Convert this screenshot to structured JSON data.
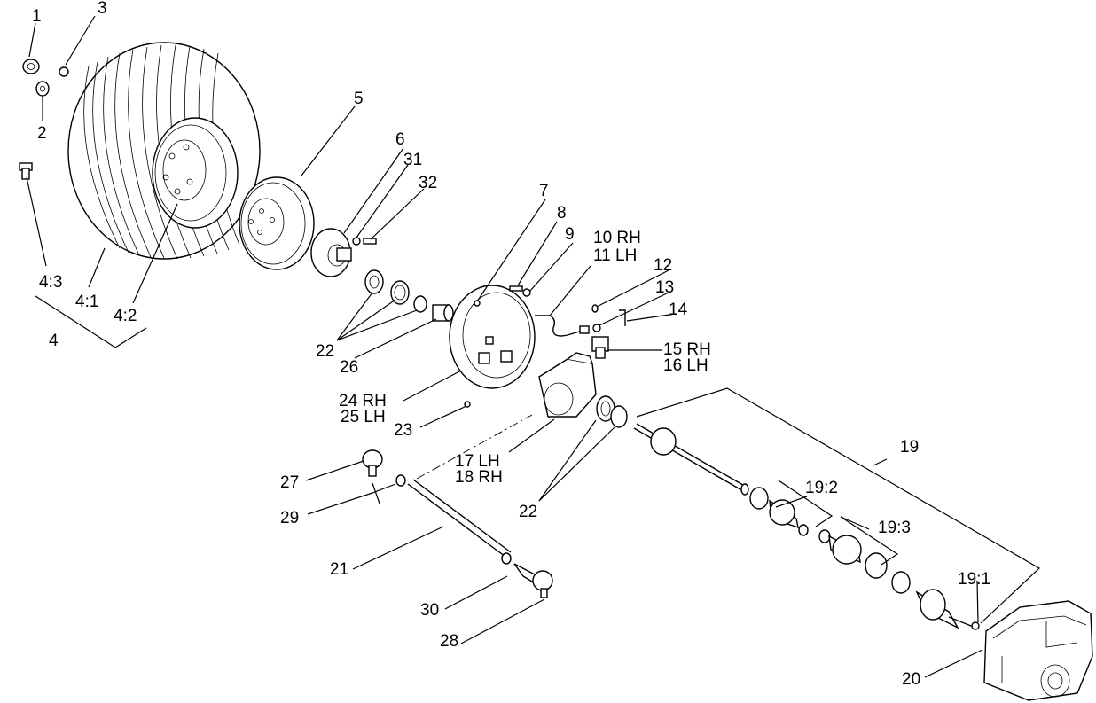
{
  "callouts": {
    "c1": "1",
    "c2": "2",
    "c3": "3",
    "c4": "4",
    "c4_1": "4:1",
    "c4_2": "4:2",
    "c4_3": "4:3",
    "c5": "5",
    "c6": "6",
    "c7": "7",
    "c8": "8",
    "c9": "9",
    "c10": "10 RH",
    "c11": "11 LH",
    "c12": "12",
    "c13": "13",
    "c14": "14",
    "c15": "15 RH",
    "c16": "16 LH",
    "c17": "17 LH",
    "c18": "18 RH",
    "c19": "19",
    "c19_1": "19:1",
    "c19_2": "19:2",
    "c19_3": "19:3",
    "c20": "20",
    "c21": "21",
    "c22a": "22",
    "c22b": "22",
    "c23": "23",
    "c24": "24 RH",
    "c25": "25 LH",
    "c26": "26",
    "c27": "27",
    "c28": "28",
    "c29": "29",
    "c30": "30",
    "c31": "31",
    "c32": "32"
  }
}
